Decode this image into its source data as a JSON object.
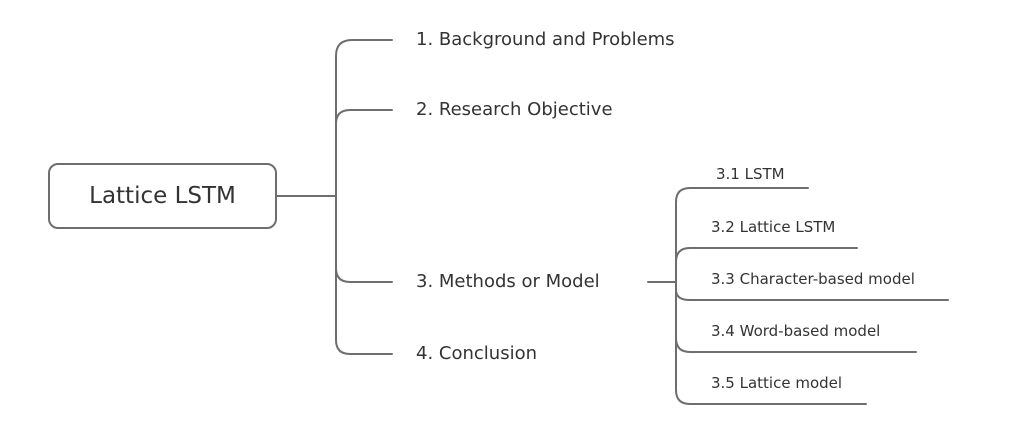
{
  "mindmap": {
    "root": {
      "label": "Lattice LSTM"
    },
    "topics": [
      {
        "label": "1. Background and Problems"
      },
      {
        "label": "2. Research Objective"
      },
      {
        "label": "3. Methods or Model",
        "children": [
          {
            "label": "3.1 LSTM"
          },
          {
            "label": "3.2 Lattice LSTM"
          },
          {
            "label": "3.3 Character-based model"
          },
          {
            "label": "3.4 Word-based model"
          },
          {
            "label": "3.5 Lattice model"
          }
        ]
      },
      {
        "label": "4. Conclusion"
      }
    ]
  }
}
